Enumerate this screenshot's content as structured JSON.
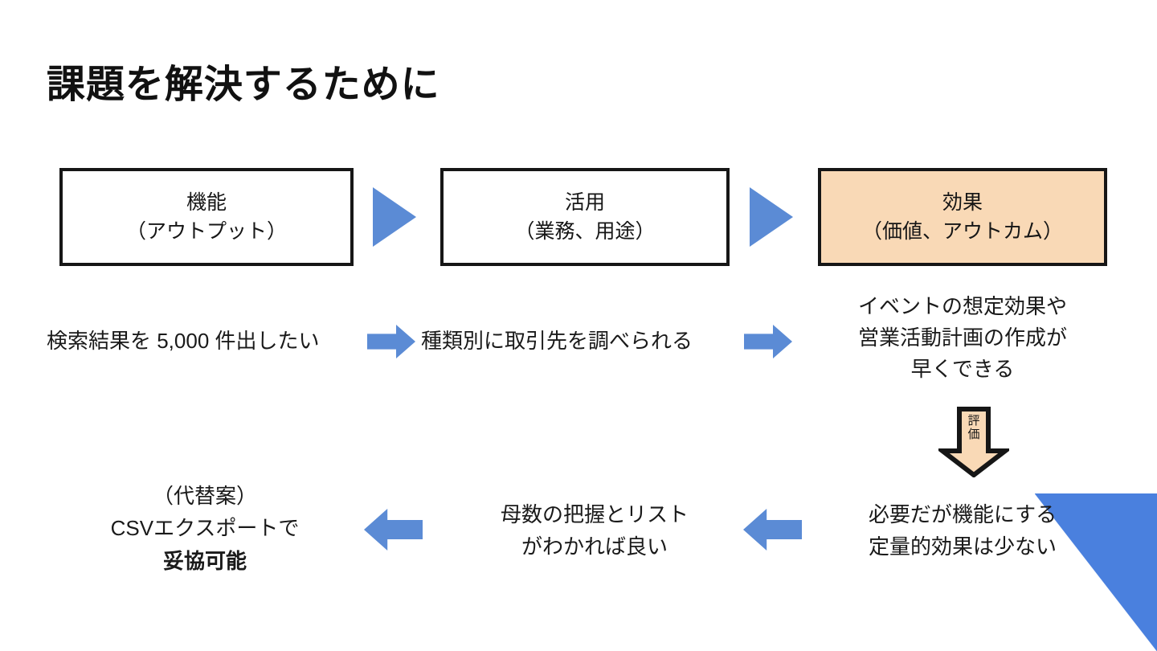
{
  "slide": {
    "title": "課題を解決するために",
    "background_color": "#ffffff",
    "accent_blue": "#4a80de",
    "arrow_blue": "#5b8bd5",
    "highlight_peach": "#f9d9b6"
  },
  "stages": [
    {
      "id": "function",
      "heading": "機能",
      "subheading": "（アウトプット）",
      "fill": "#ffffff"
    },
    {
      "id": "usage",
      "heading": "活用",
      "subheading": "（業務、用途）",
      "fill": "#ffffff"
    },
    {
      "id": "effect",
      "heading": "効果",
      "subheading": "（価値、アウトカム）",
      "fill": "#f9d9b6"
    }
  ],
  "middle_row": {
    "function_caption": "検索結果を 5,000 件出したい",
    "usage_caption": "種類別に取引先を調べられる",
    "effect_caption_lines": [
      "イベントの想定効果や",
      "営業活動計画の作成が",
      "早くできる"
    ]
  },
  "evaluation_arrow": {
    "label_chars": [
      "評",
      "価"
    ],
    "direction": "down",
    "fill": "#f9d9b6",
    "stroke": "#161616"
  },
  "bottom_row": {
    "effect_lines": [
      "必要だが機能にする",
      "定量的効果は少ない"
    ],
    "usage_lines": [
      "母数の把握とリスト",
      "がわかれば良い"
    ],
    "function_lines": [
      "（代替案）",
      "CSVエクスポートで"
    ],
    "function_bold_line": "妥協可能"
  },
  "connectors": {
    "triangle_1": "triangle-right",
    "triangle_2": "triangle-right",
    "mid_arrow_1": "block-arrow-right",
    "mid_arrow_2": "block-arrow-right",
    "bottom_arrow_1": "block-arrow-left",
    "bottom_arrow_2": "block-arrow-left"
  }
}
